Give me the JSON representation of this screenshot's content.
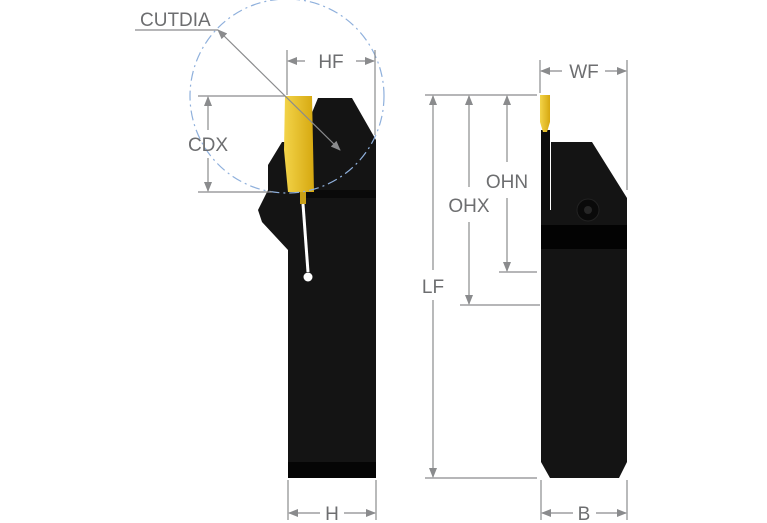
{
  "labels": {
    "cutdia": "CUTDIA",
    "hf": "HF",
    "cdx": "CDX",
    "wf": "WF",
    "ohn": "OHN",
    "ohx": "OHX",
    "lf": "LF",
    "h": "H",
    "b": "B"
  },
  "colors": {
    "tool_body": "#111111",
    "insert": "#e8c32a",
    "dimension": "#8a8b8d",
    "circle": "#8fb0dc"
  }
}
